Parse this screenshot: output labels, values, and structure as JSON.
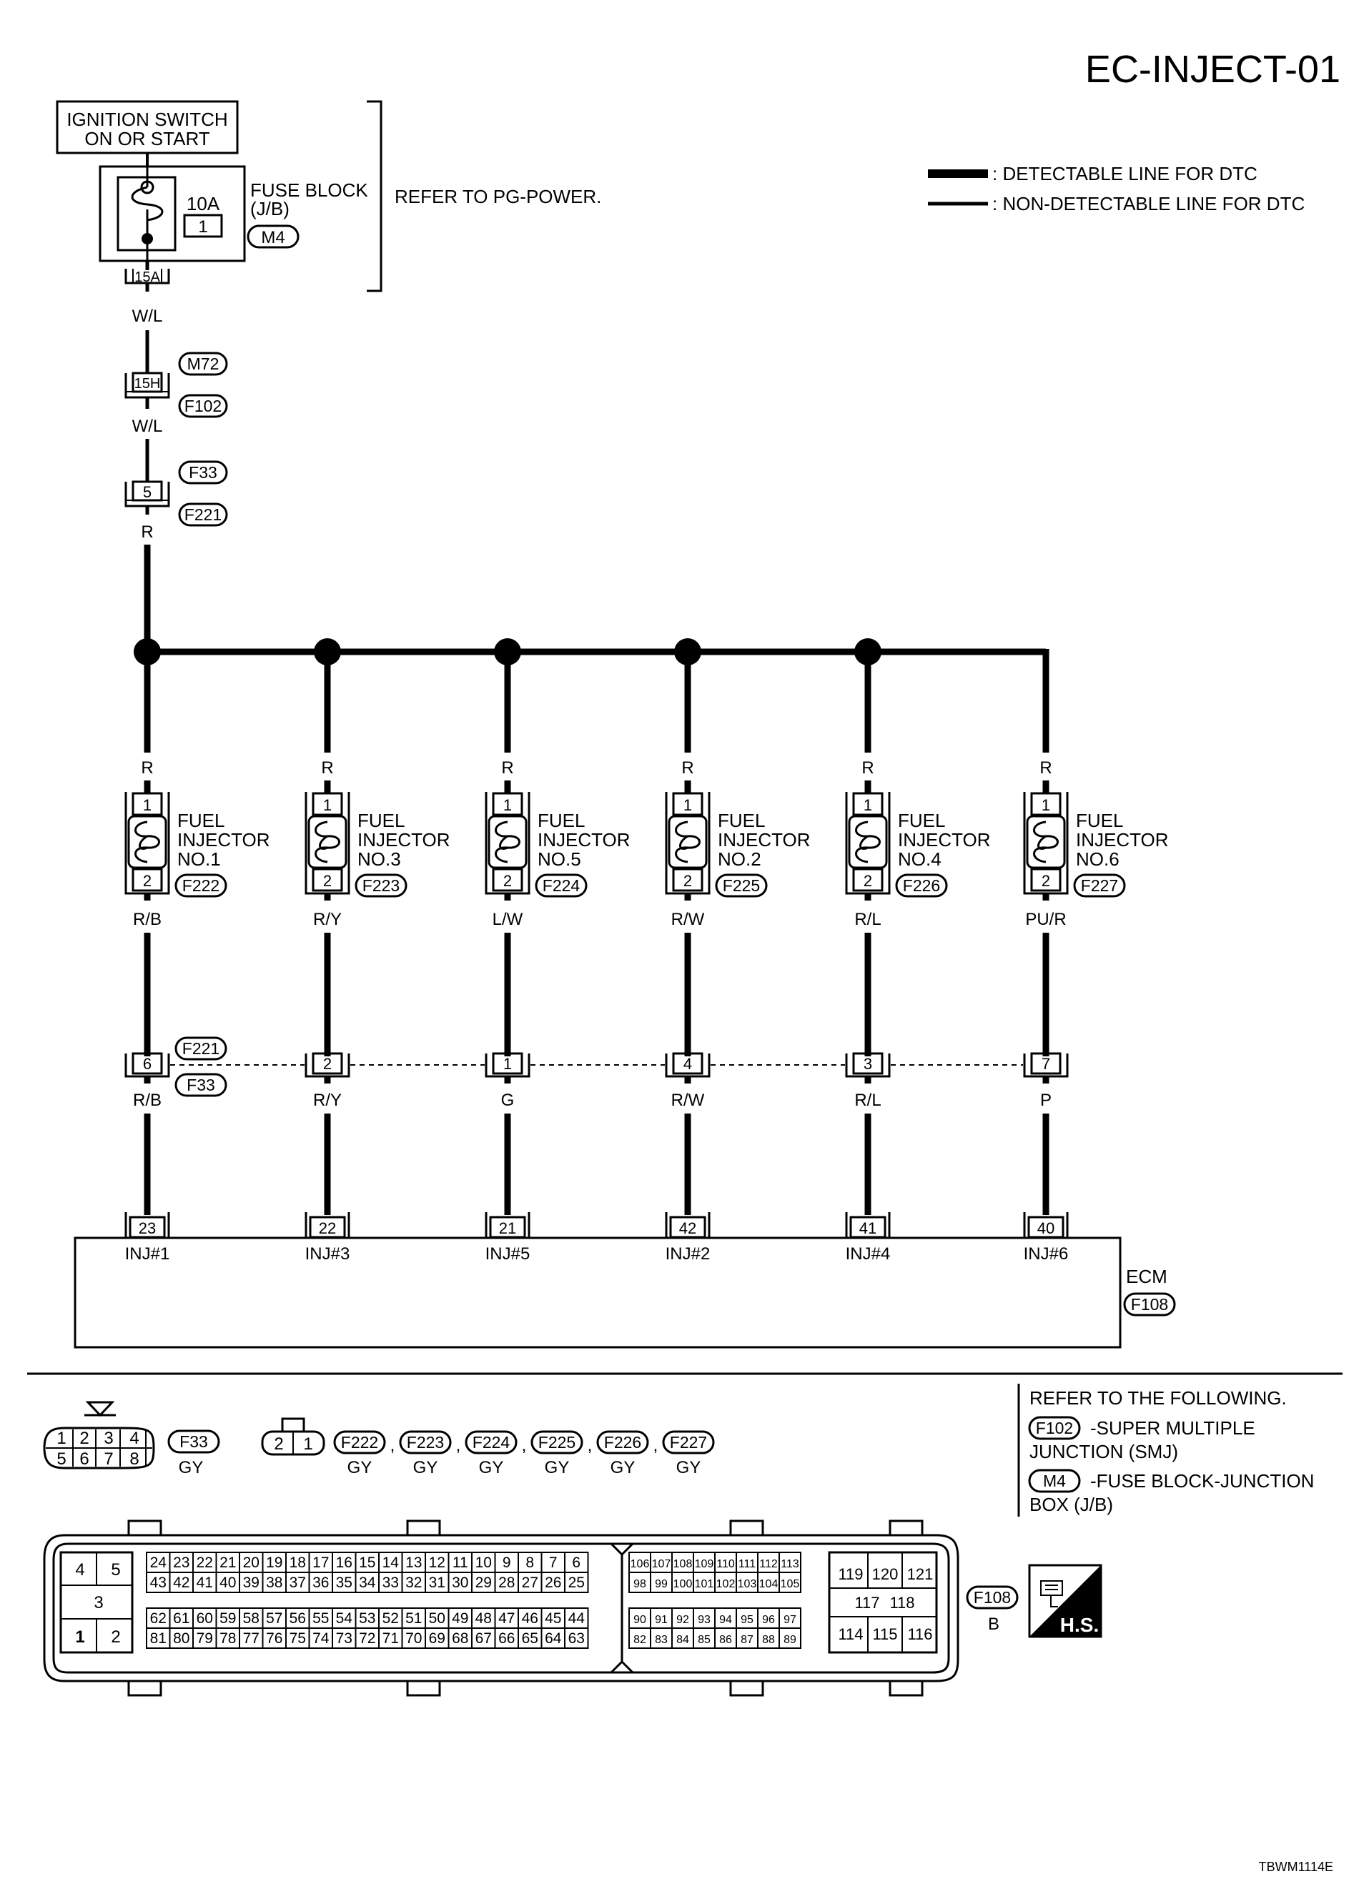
{
  "title": "EC-INJECT-01",
  "source_block": {
    "line1": "IGNITION SWITCH",
    "line2": "ON OR START"
  },
  "fuse": {
    "rating": "10A",
    "number": "1",
    "name_line1": "FUSE BLOCK",
    "name_line2": "(J/B)",
    "connector": "M4",
    "pin": "15A"
  },
  "refer_pg": "REFER TO PG-POWER.",
  "legend": {
    "detectable": ": DETECTABLE LINE FOR DTC",
    "non_detectable": ": NON-DETECTABLE LINE FOR DTC"
  },
  "feed": {
    "wire1": "W/L",
    "conn_top": "M72",
    "pin_mid": "15H",
    "conn_bottom": "F102",
    "wire2": "W/L",
    "conn2_top": "F33",
    "pin2": "5",
    "conn2_bottom": "F221",
    "wire3": "R"
  },
  "injectors": [
    {
      "top_wire": "R",
      "pin_top": "1",
      "pin_bottom": "2",
      "name1": "FUEL",
      "name2": "INJECTOR",
      "name3": "NO.1",
      "conn": "F222",
      "mid_wire": "R/B",
      "harness_pin": "6",
      "low_wire": "R/B",
      "ecm_pin": "23",
      "ecm_label": "INJ#1"
    },
    {
      "top_wire": "R",
      "pin_top": "1",
      "pin_bottom": "2",
      "name1": "FUEL",
      "name2": "INJECTOR",
      "name3": "NO.3",
      "conn": "F223",
      "mid_wire": "R/Y",
      "harness_pin": "2",
      "low_wire": "R/Y",
      "ecm_pin": "22",
      "ecm_label": "INJ#3"
    },
    {
      "top_wire": "R",
      "pin_top": "1",
      "pin_bottom": "2",
      "name1": "FUEL",
      "name2": "INJECTOR",
      "name3": "NO.5",
      "conn": "F224",
      "mid_wire": "L/W",
      "harness_pin": "1",
      "low_wire": "G",
      "ecm_pin": "21",
      "ecm_label": "INJ#5"
    },
    {
      "top_wire": "R",
      "pin_top": "1",
      "pin_bottom": "2",
      "name1": "FUEL",
      "name2": "INJECTOR",
      "name3": "NO.2",
      "conn": "F225",
      "mid_wire": "R/W",
      "harness_pin": "4",
      "low_wire": "R/W",
      "ecm_pin": "42",
      "ecm_label": "INJ#2"
    },
    {
      "top_wire": "R",
      "pin_top": "1",
      "pin_bottom": "2",
      "name1": "FUEL",
      "name2": "INJECTOR",
      "name3": "NO.4",
      "conn": "F226",
      "mid_wire": "R/L",
      "harness_pin": "3",
      "low_wire": "R/L",
      "ecm_pin": "41",
      "ecm_label": "INJ#4"
    },
    {
      "top_wire": "R",
      "pin_top": "1",
      "pin_bottom": "2",
      "name1": "FUEL",
      "name2": "INJECTOR",
      "name3": "NO.6",
      "conn": "F227",
      "mid_wire": "PU/R",
      "harness_pin": "7",
      "low_wire": "P",
      "ecm_pin": "40",
      "ecm_label": "INJ#6"
    }
  ],
  "harness_conn_labels": {
    "top": "F221",
    "bottom": "F33"
  },
  "ecm": {
    "label": "ECM",
    "conn": "F108"
  },
  "bottom": {
    "f33": {
      "pins_top": [
        "1",
        "2",
        "3",
        "4"
      ],
      "pins_bottom": [
        "5",
        "6",
        "7",
        "8"
      ],
      "conn": "F33",
      "color": "GY"
    },
    "inj_conn": {
      "pins": [
        "2",
        "1"
      ],
      "conns": [
        "F222",
        "F223",
        "F224",
        "F225",
        "F226",
        "F227"
      ],
      "color": "GY",
      "sep": ","
    },
    "refer": {
      "line1": "REFER TO THE FOLLOWING.",
      "item1_conn": "F102",
      "item1_text1": "-SUPER MULTIPLE",
      "item1_text2": "JUNCTION (SMJ)",
      "item2_conn": "M4",
      "item2_text1": "-FUSE BLOCK-JUNCTION",
      "item2_text2": "BOX (J/B)"
    },
    "ecm_conn": {
      "left_pins": [
        "4",
        "5",
        "3",
        "1",
        "2"
      ],
      "rows_a": [
        [
          "24",
          "23",
          "22",
          "21",
          "20",
          "19",
          "18",
          "17",
          "16",
          "15",
          "14",
          "13",
          "12",
          "11",
          "10",
          "9",
          "8",
          "7",
          "6"
        ],
        [
          "43",
          "42",
          "41",
          "40",
          "39",
          "38",
          "37",
          "36",
          "35",
          "34",
          "33",
          "32",
          "31",
          "30",
          "29",
          "28",
          "27",
          "26",
          "25"
        ],
        [
          "62",
          "61",
          "60",
          "59",
          "58",
          "57",
          "56",
          "55",
          "54",
          "53",
          "52",
          "51",
          "50",
          "49",
          "48",
          "47",
          "46",
          "45",
          "44"
        ],
        [
          "81",
          "80",
          "79",
          "78",
          "77",
          "76",
          "75",
          "74",
          "73",
          "72",
          "71",
          "70",
          "69",
          "68",
          "67",
          "66",
          "65",
          "64",
          "63"
        ]
      ],
      "rows_b": [
        [
          "106",
          "107",
          "108",
          "109",
          "110",
          "111",
          "112",
          "113"
        ],
        [
          "98",
          "99",
          "100",
          "101",
          "102",
          "103",
          "104",
          "105"
        ],
        [
          "90",
          "91",
          "92",
          "93",
          "94",
          "95",
          "96",
          "97"
        ],
        [
          "82",
          "83",
          "84",
          "85",
          "86",
          "87",
          "88",
          "89"
        ]
      ],
      "right_pins": [
        [
          "119",
          "120",
          "121"
        ],
        [
          "117",
          "118"
        ],
        [
          "114",
          "115",
          "116"
        ]
      ],
      "conn": "F108",
      "color": "B"
    },
    "hs_label": "H.S."
  },
  "footer_code": "TBWM1114E"
}
